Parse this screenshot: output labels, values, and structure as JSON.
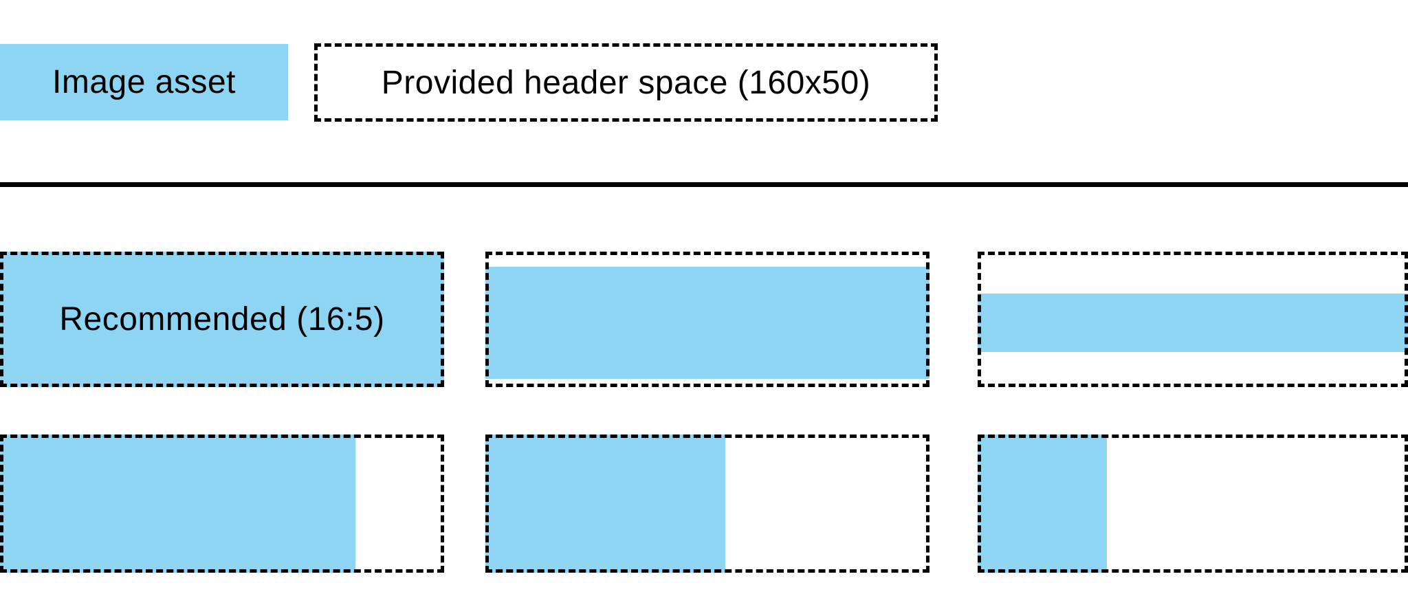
{
  "colors": {
    "accent_blue": "#8DD5F3",
    "line_black": "#000000",
    "background_white": "#FFFFFF"
  },
  "legend": {
    "image_asset_label": "Image asset",
    "header_space_label": "Provided header space (160x50)"
  },
  "examples": {
    "items": [
      {
        "id": "recommended-16-5",
        "label": "Recommended (16:5)",
        "fill_style": "left:0%;top:0%;width:100%;height:100%"
      },
      {
        "id": "wider-ratio-fits-width",
        "label": "",
        "fill_style": "left:0%;top:11%;width:100%;height:83%"
      },
      {
        "id": "widest-ratio-center-band",
        "label": "",
        "fill_style": "left:0%;top:31%;width:100%;height:43%"
      },
      {
        "id": "taller-ratio-fits-height-80",
        "label": "",
        "fill_style": "left:0%;top:0%;width:80%;height:100%"
      },
      {
        "id": "taller-ratio-fits-height-54",
        "label": "",
        "fill_style": "left:0%;top:0%;width:54%;height:100%"
      },
      {
        "id": "tallest-ratio-fits-height-30",
        "label": "",
        "fill_style": "left:0%;top:0%;width:30%;height:100%"
      }
    ]
  }
}
